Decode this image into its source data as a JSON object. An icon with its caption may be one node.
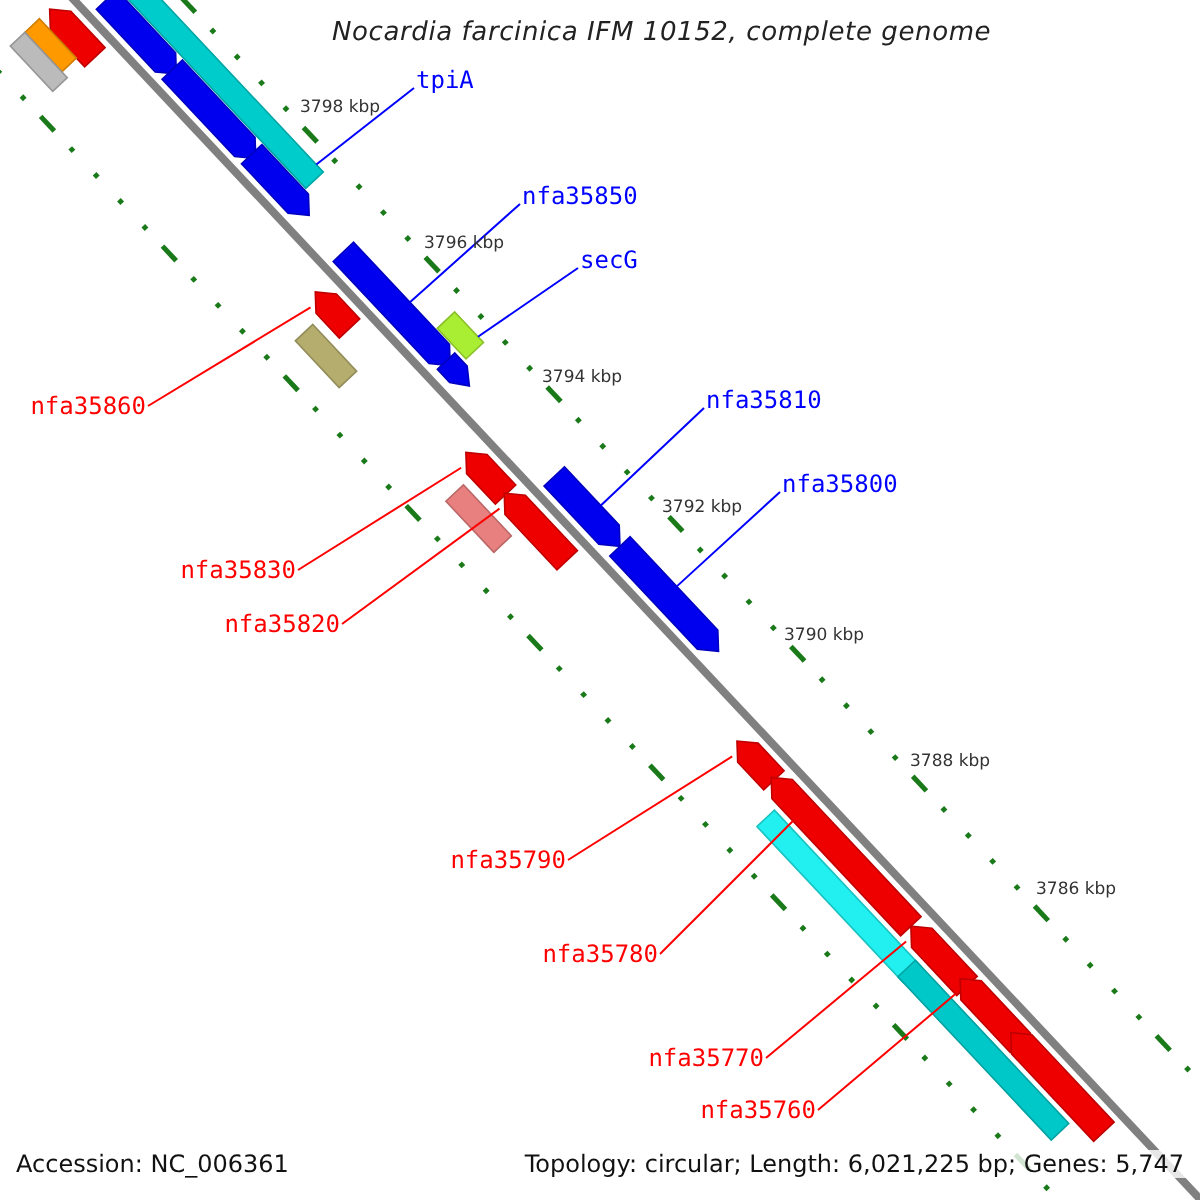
{
  "diagram": {
    "title": "Nocardia farcinica IFM 10152, complete genome",
    "nodes": [
      {
        "text": [
          "tpiA"
        ]
      },
      {
        "text": [
          "nfa35850"
        ]
      },
      {
        "text": [
          "secG"
        ]
      },
      {
        "text": [
          "nfa35860"
        ]
      },
      {
        "text": [
          "nfa35810"
        ]
      },
      {
        "text": [
          "nfa35800"
        ]
      },
      {
        "text": [
          "nfa35830"
        ]
      },
      {
        "text": [
          "nfa35820"
        ]
      },
      {
        "text": [
          "nfa35790"
        ]
      },
      {
        "text": [
          "nfa35780"
        ]
      },
      {
        "text": [
          "nfa35770"
        ]
      },
      {
        "text": [
          "nfa35760"
        ]
      },
      {
        "text": [],
        "shape": "box"
      },
      {
        "text": [],
        "shape": "arrow"
      },
      {
        "text": [],
        "shape": "arrow"
      },
      {
        "text": [],
        "shape": "box"
      },
      {
        "text": [],
        "shape": "box"
      },
      {
        "text": [],
        "shape": "arrow"
      },
      {
        "text": [],
        "shape": "arrow"
      },
      {
        "text": [],
        "shape": "arrow"
      },
      {
        "text": [],
        "shape": "arrow"
      },
      {
        "text": [],
        "shape": "box"
      },
      {
        "text": [],
        "shape": "box"
      },
      {
        "text": [],
        "shape": "arrow"
      },
      {
        "text": [],
        "shape": "arrow"
      },
      {
        "text": [],
        "shape": "arrow"
      },
      {
        "text": [],
        "shape": "arrow"
      },
      {
        "text": [],
        "shape": "box"
      },
      {
        "text": [],
        "shape": "arrow"
      },
      {
        "text": [],
        "shape": "arrow"
      },
      {
        "text": [],
        "shape": "arrow"
      },
      {
        "text": [],
        "shape": "box"
      },
      {
        "text": [],
        "shape": "arrow"
      },
      {
        "text": [],
        "shape": "box"
      },
      {
        "text": [],
        "shape": "arrow"
      },
      {
        "text": [],
        "shape": "arrow"
      }
    ],
    "edges": [
      {
        "from": 0,
        "to": 12,
        "arrow": "none",
        "color": "#0000ff"
      },
      {
        "from": 1,
        "to": 19,
        "arrow": "none",
        "color": "#0000ff"
      },
      {
        "from": 2,
        "to": 21,
        "arrow": "none",
        "color": "#0000ff"
      },
      {
        "from": 3,
        "to": 20,
        "arrow": "none"
      },
      {
        "from": 4,
        "to": 25,
        "arrow": "none",
        "color": "#0000ff"
      },
      {
        "from": 5,
        "to": 28,
        "arrow": "none",
        "color": "#0000ff"
      },
      {
        "from": 6,
        "to": 24,
        "arrow": "none"
      },
      {
        "from": 7,
        "to": 26,
        "arrow": "none"
      },
      {
        "from": 8,
        "to": 29,
        "arrow": "none"
      },
      {
        "from": 9,
        "to": 30,
        "arrow": "none"
      },
      {
        "from": 10,
        "to": 32,
        "arrow": "none"
      },
      {
        "from": 11,
        "to": 34,
        "arrow": "none"
      }
    ],
    "labels": [
      "3798 kbp",
      "3796 kbp",
      "3794 kbp",
      "3792 kbp",
      "3790 kbp",
      "3788 kbp",
      "3786 kbp",
      "Accession: NC_006361",
      "Topology: circular; Length: 6,021,225 bp; Genes: 5,747"
    ]
  }
}
